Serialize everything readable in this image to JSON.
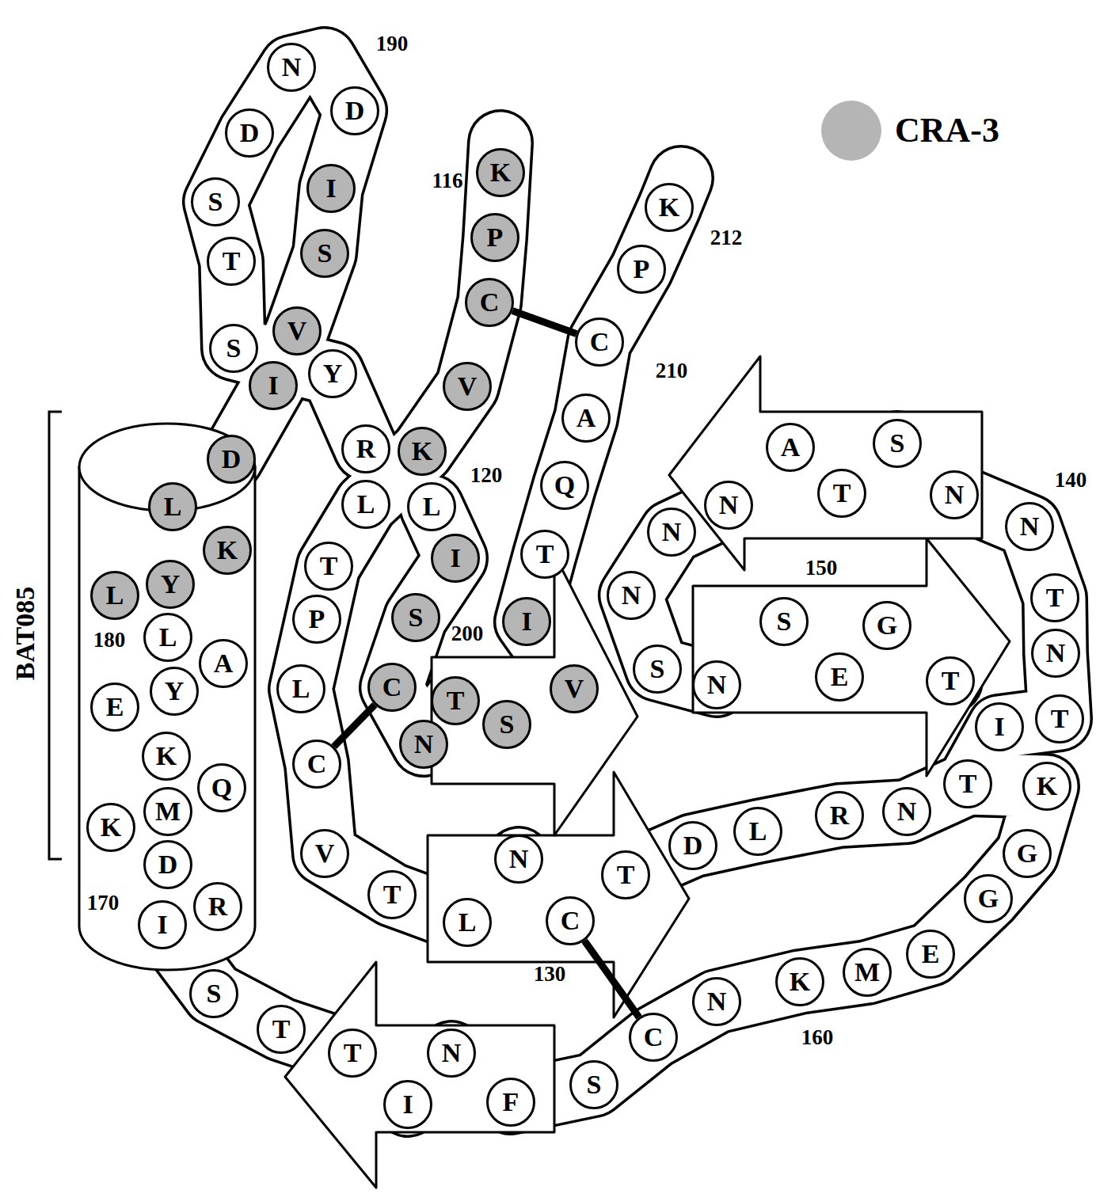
{
  "diagram": {
    "nodes": [
      {
        "text": [
          "K"
        ]
      },
      {
        "text": [
          "P"
        ]
      },
      {
        "text": [
          "C"
        ]
      },
      {
        "text": [
          "V"
        ]
      },
      {
        "text": [
          "K"
        ]
      },
      {
        "text": [
          "L"
        ]
      },
      {
        "text": [
          "L"
        ]
      },
      {
        "text": [
          "T"
        ]
      },
      {
        "text": [
          "P"
        ]
      },
      {
        "text": [
          "L"
        ]
      },
      {
        "text": [
          "C"
        ]
      },
      {
        "text": [
          "V"
        ]
      },
      {
        "text": [
          "T"
        ]
      },
      {
        "text": [
          "L"
        ]
      },
      {
        "text": [
          "N"
        ]
      },
      {
        "text": [
          "C"
        ]
      },
      {
        "text": [
          "T"
        ]
      },
      {
        "text": [
          "D"
        ]
      },
      {
        "text": [
          "L"
        ]
      },
      {
        "text": [
          "R"
        ]
      },
      {
        "text": [
          "N"
        ]
      },
      {
        "text": [
          "T"
        ]
      },
      {
        "text": [
          "I"
        ]
      },
      {
        "text": [
          "T"
        ]
      },
      {
        "text": [
          "N"
        ]
      },
      {
        "text": [
          "T"
        ]
      },
      {
        "text": [
          "N"
        ]
      },
      {
        "text": [
          "N"
        ]
      },
      {
        "text": [
          "S"
        ]
      },
      {
        "text": [
          "T"
        ]
      },
      {
        "text": [
          "A"
        ]
      },
      {
        "text": [
          "N"
        ]
      },
      {
        "text": [
          "N"
        ]
      },
      {
        "text": [
          "N"
        ]
      },
      {
        "text": [
          "S"
        ]
      },
      {
        "text": [
          "N"
        ]
      },
      {
        "text": [
          "S"
        ]
      },
      {
        "text": [
          "E"
        ]
      },
      {
        "text": [
          "G"
        ]
      },
      {
        "text": [
          "T"
        ]
      },
      {
        "text": [
          "K"
        ]
      },
      {
        "text": [
          "G"
        ]
      },
      {
        "text": [
          "G"
        ]
      },
      {
        "text": [
          "E"
        ]
      },
      {
        "text": [
          "M"
        ]
      },
      {
        "text": [
          "K"
        ]
      },
      {
        "text": [
          "N"
        ]
      },
      {
        "text": [
          "C"
        ]
      },
      {
        "text": [
          "S"
        ]
      },
      {
        "text": [
          "F"
        ]
      },
      {
        "text": [
          "N"
        ]
      },
      {
        "text": [
          "I"
        ]
      },
      {
        "text": [
          "T"
        ]
      },
      {
        "text": [
          "T"
        ]
      },
      {
        "text": [
          "S"
        ]
      },
      {
        "text": [
          "I"
        ]
      },
      {
        "text": [
          "R"
        ]
      },
      {
        "text": [
          "D"
        ]
      },
      {
        "text": [
          "K"
        ]
      },
      {
        "text": [
          "M"
        ]
      },
      {
        "text": [
          "Q"
        ]
      },
      {
        "text": [
          "K"
        ]
      },
      {
        "text": [
          "E"
        ]
      },
      {
        "text": [
          "Y"
        ]
      },
      {
        "text": [
          "A"
        ]
      },
      {
        "text": [
          "L"
        ]
      },
      {
        "text": [
          "L"
        ]
      },
      {
        "text": [
          "Y"
        ]
      },
      {
        "text": [
          "K"
        ]
      },
      {
        "text": [
          "L"
        ]
      },
      {
        "text": [
          "D"
        ]
      },
      {
        "text": [
          "I"
        ]
      },
      {
        "text": [
          "S"
        ]
      },
      {
        "text": [
          "T"
        ]
      },
      {
        "text": [
          "S"
        ]
      },
      {
        "text": [
          "D"
        ]
      },
      {
        "text": [
          "N"
        ]
      },
      {
        "text": [
          "D"
        ]
      },
      {
        "text": [
          "I"
        ]
      },
      {
        "text": [
          "S"
        ]
      },
      {
        "text": [
          "V"
        ]
      },
      {
        "text": [
          "Y"
        ]
      },
      {
        "text": [
          "R"
        ]
      },
      {
        "text": [
          "I"
        ]
      },
      {
        "text": [
          "S"
        ]
      },
      {
        "text": [
          "C"
        ]
      },
      {
        "text": [
          "N"
        ]
      },
      {
        "text": [
          "T"
        ]
      },
      {
        "text": [
          "S"
        ]
      },
      {
        "text": [
          "V"
        ]
      },
      {
        "text": [
          "I"
        ]
      },
      {
        "text": [
          "T"
        ]
      },
      {
        "text": [
          "Q"
        ]
      },
      {
        "text": [
          "A"
        ]
      },
      {
        "text": [
          "C"
        ]
      },
      {
        "text": [
          "P"
        ]
      },
      {
        "text": [
          "K"
        ]
      }
    ],
    "edges": [
      {
        "from": 2,
        "to": 94,
        "arrow": "none"
      },
      {
        "from": 85,
        "to": 10,
        "arrow": "none"
      },
      {
        "from": 15,
        "to": 47,
        "arrow": "none"
      }
    ],
    "labels": [
      "190",
      "116",
      "212",
      "210",
      "120",
      "200",
      "140",
      "150",
      "180",
      "170",
      "130",
      "160",
      "BAT085"
    ],
    "legend": [
      {
        "text": "CRA-3",
        "color": "#b5b5b5"
      }
    ]
  }
}
